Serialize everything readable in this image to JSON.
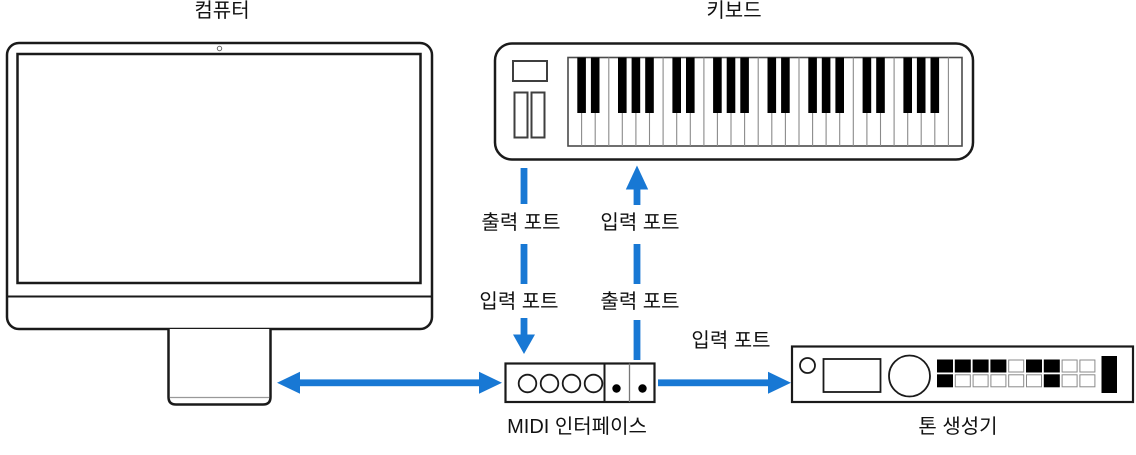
{
  "labels": {
    "computer": "컴퓨터",
    "keyboard": "키보드",
    "midi_interface": "MIDI 인터페이스",
    "tone_generator": "톤 생성기",
    "keyboard_out_port": "출력 포트",
    "keyboard_in_port": "입력 포트",
    "interface_in_port": "입력 포트",
    "interface_out_port": "출력 포트",
    "tone_generator_in_port": "입력 포트"
  },
  "colors": {
    "arrow_blue": "#1878D4",
    "outline_black": "#1A1A1A"
  },
  "keyboard_drawing": {
    "white_keys": 29,
    "octave_black_pattern": [
      1,
      1,
      0,
      1,
      1,
      1,
      0
    ]
  },
  "tone_generator_buttons": {
    "rows": [
      [
        1,
        1,
        1,
        1,
        0,
        1,
        1,
        0,
        0
      ],
      [
        1,
        0,
        0,
        0,
        0,
        0,
        1,
        0,
        0
      ]
    ]
  }
}
